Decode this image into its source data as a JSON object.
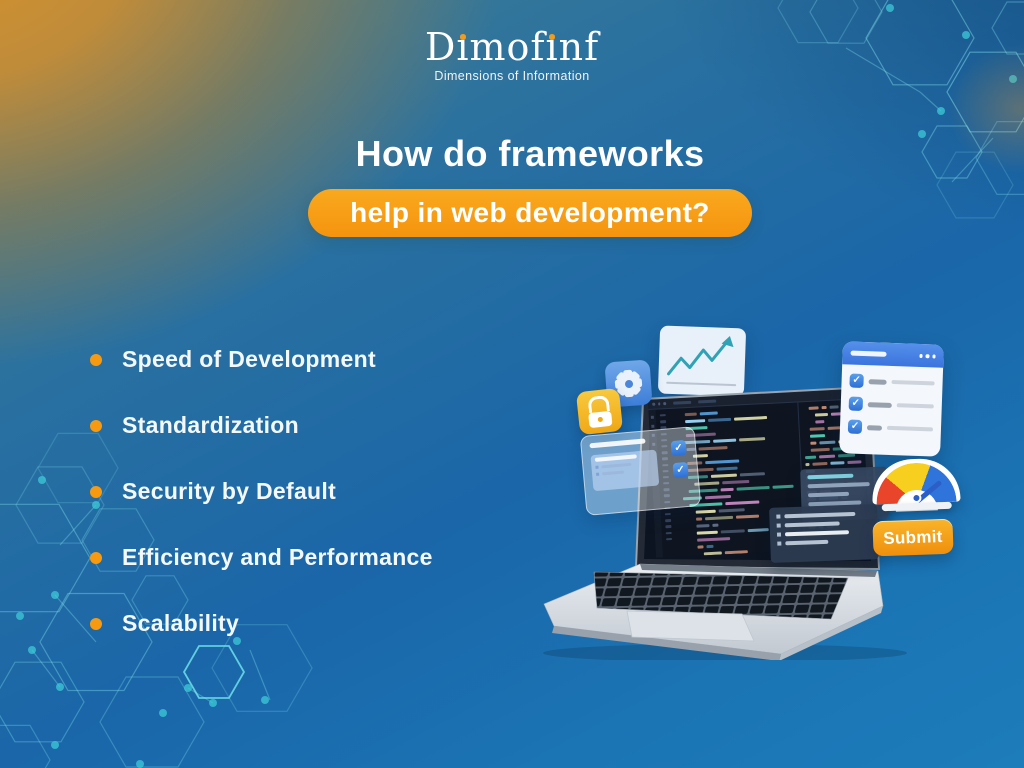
{
  "brand": {
    "logo": {
      "seg0": "D",
      "i1": "ı",
      "seg1": "mof",
      "i2": "ı",
      "seg2": "nf"
    },
    "logo_full": "Dimofinf",
    "tagline": "Dimensions of Information"
  },
  "title": {
    "line1": "How do frameworks",
    "line2_pill": "help in web development?"
  },
  "benefits": [
    {
      "label": "Speed of Development"
    },
    {
      "label": "Standardization"
    },
    {
      "label": "Security by Default"
    },
    {
      "label": "Efficiency and Performance"
    },
    {
      "label": "Scalability"
    }
  ],
  "illustration": {
    "submit_label": "Submit",
    "icon_glyphs": {
      "checkmark": "✓"
    },
    "icon_names": [
      "lock-icon",
      "gear-icon",
      "growth-chart-icon",
      "checklist-window",
      "frosted-checklist-card",
      "speedometer-gauge-icon",
      "code-editor-screen",
      "laptop",
      "submit-button-graphic"
    ]
  },
  "colors": {
    "accent_orange": "#F79A10",
    "pill_orange": "#F5940E",
    "background_orange": "#E09425",
    "background_blue": "#1B75B5",
    "hex_pattern_teal": "#7EDCEB",
    "card_header_blue": "#3B74DD",
    "check_blue": "#2E6FD4",
    "gauge_red": "#E8452A",
    "gauge_yellow": "#F7CF1F",
    "gauge_blue": "#2F74DA",
    "logo_dot_orange": "#F09C1C"
  }
}
